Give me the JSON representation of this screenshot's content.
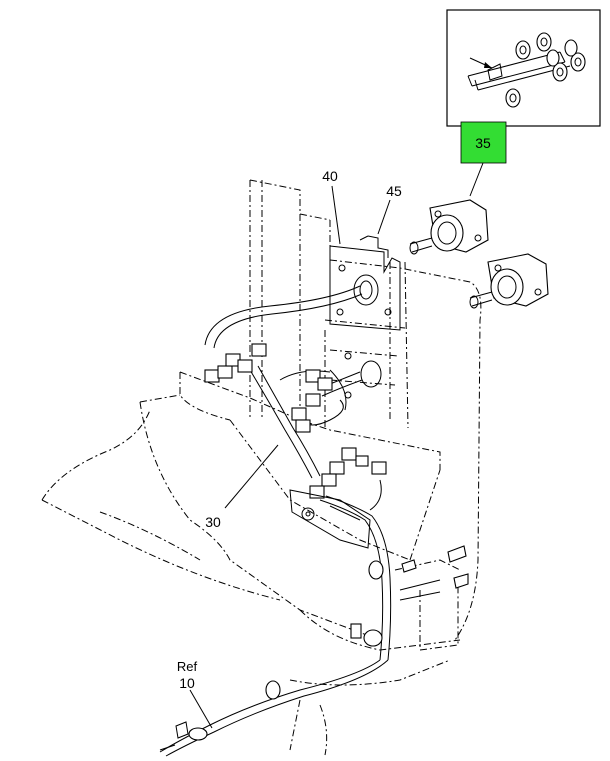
{
  "callouts": {
    "c35": "35",
    "c40": "40",
    "c45": "45",
    "c30": "30",
    "ref_word": "Ref",
    "ref_num": "10"
  },
  "colors": {
    "highlight": "#33dd33",
    "line": "#000000",
    "background": "#ffffff"
  },
  "icons": {
    "locator": "truck-chassis-locator-icon"
  }
}
